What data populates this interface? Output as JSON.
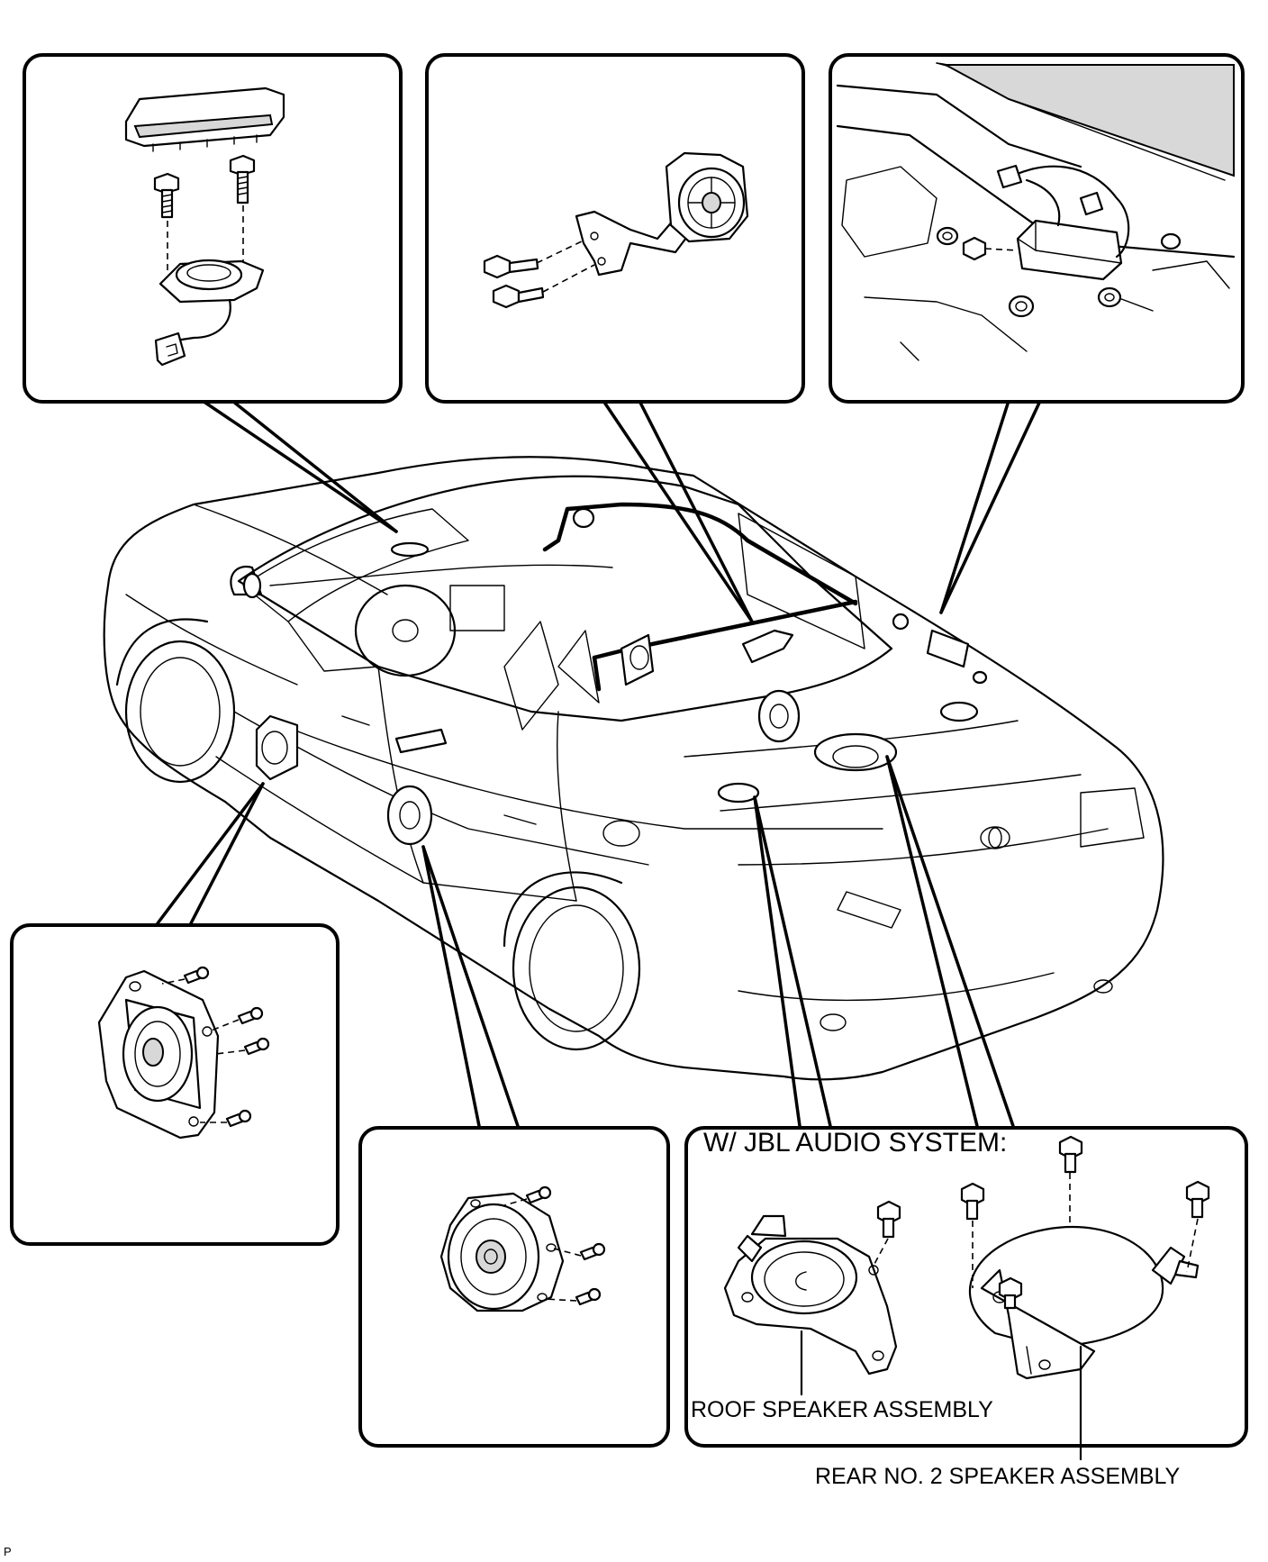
{
  "detail_boxes": {
    "jbl_audio_system": {
      "title": "W/ JBL AUDIO SYSTEM:",
      "callouts": {
        "roof_speaker": "ROOF SPEAKER ASSEMBLY",
        "rear_no2_speaker": "REAR NO. 2 SPEAKER ASSEMBLY"
      }
    }
  },
  "corner_code": "P"
}
